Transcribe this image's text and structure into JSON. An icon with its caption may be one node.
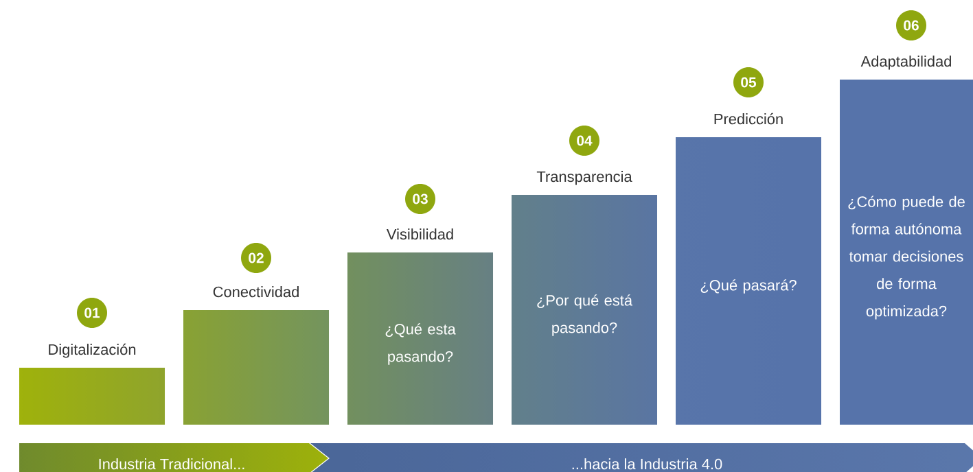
{
  "diagram": {
    "nodes": [
      {
        "text": [
          "01"
        ]
      },
      {
        "text": [
          "Digitalización"
        ]
      },
      {
        "text": [
          "02"
        ]
      },
      {
        "text": [
          "Conectividad"
        ]
      },
      {
        "text": [
          "03"
        ]
      },
      {
        "text": [
          "Visibilidad",
          "¿Qué esta pasando?"
        ]
      },
      {
        "text": [
          "04"
        ]
      },
      {
        "text": [
          "Transparencia",
          "¿Por qué está pasando?"
        ]
      },
      {
        "text": [
          "05"
        ]
      },
      {
        "text": [
          "Predicción",
          "¿Qué pasará?"
        ]
      },
      {
        "text": [
          "06"
        ]
      },
      {
        "text": [
          "Adaptabilidad",
          "¿Cómo puede de forma autónoma tomar decisiones de forma optimizada?"
        ]
      },
      {
        "text": [
          "Industria Tradicional..."
        ]
      },
      {
        "text": [
          "...hacia la Industria 4.0"
        ]
      }
    ]
  }
}
